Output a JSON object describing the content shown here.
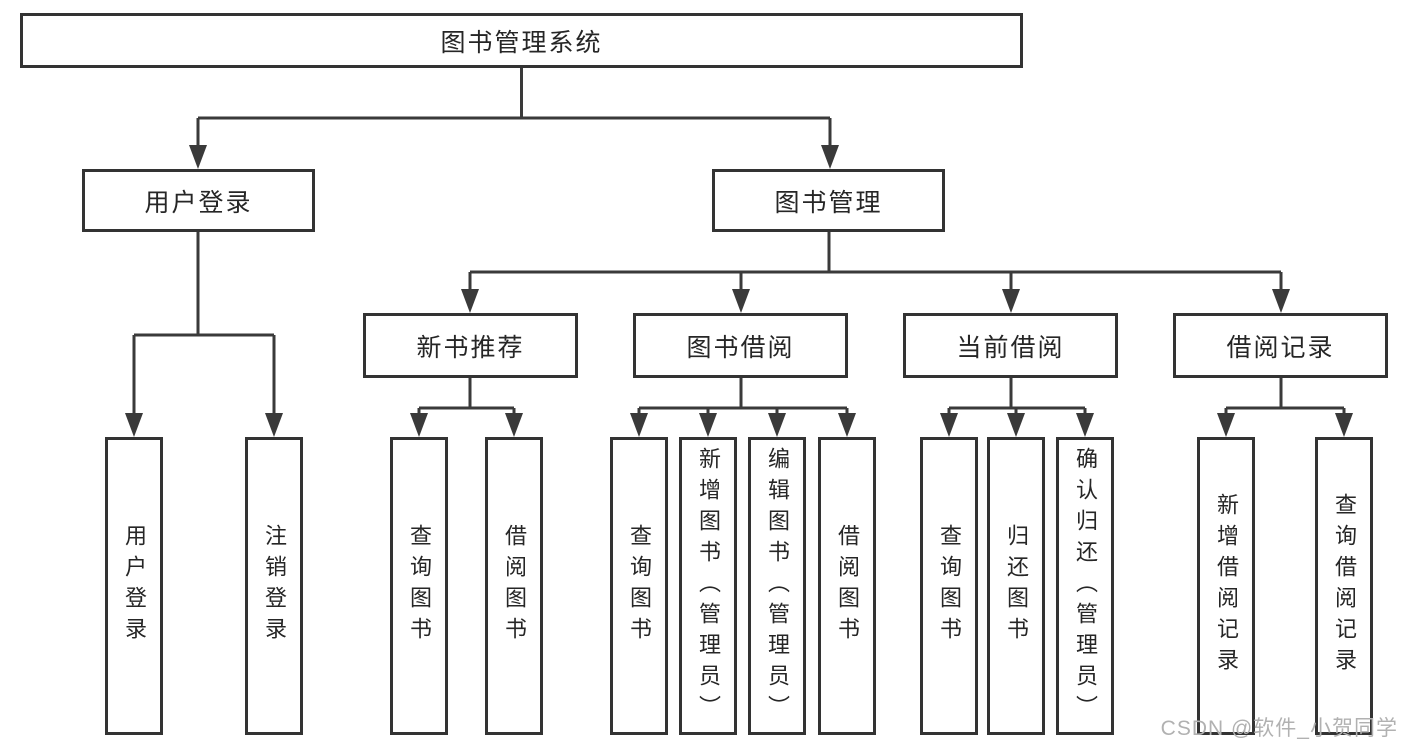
{
  "diagram": {
    "colors": {
      "background": "#ffffff",
      "line": "#3a3a3a",
      "box_border": "#333333",
      "text": "#262626",
      "watermark": "#b1b1b1"
    },
    "root": {
      "label": "图书管理系统"
    },
    "level2": [
      {
        "label": "用户登录"
      },
      {
        "label": "图书管理"
      }
    ],
    "level3": [
      {
        "label": "新书推荐",
        "parent": "图书管理"
      },
      {
        "label": "图书借阅",
        "parent": "图书管理"
      },
      {
        "label": "当前借阅",
        "parent": "图书管理"
      },
      {
        "label": "借阅记录",
        "parent": "图书管理"
      }
    ],
    "leaves": [
      {
        "label": "用户登录",
        "parent": "用户登录"
      },
      {
        "label": "注销登录",
        "parent": "用户登录"
      },
      {
        "label": "查询图书",
        "parent": "新书推荐"
      },
      {
        "label": "借阅图书",
        "parent": "新书推荐"
      },
      {
        "label": "查询图书",
        "parent": "图书借阅"
      },
      {
        "label": "新增图书（管理员）",
        "parent": "图书借阅"
      },
      {
        "label": "编辑图书（管理员）",
        "parent": "图书借阅"
      },
      {
        "label": "借阅图书",
        "parent": "图书借阅"
      },
      {
        "label": "查询图书",
        "parent": "当前借阅"
      },
      {
        "label": "归还图书",
        "parent": "当前借阅"
      },
      {
        "label": "确认归还（管理员）",
        "parent": "当前借阅"
      },
      {
        "label": "新增借阅记录",
        "parent": "借阅记录"
      },
      {
        "label": "查询借阅记录",
        "parent": "借阅记录"
      }
    ],
    "watermark": "CSDN @软件_小贺同学"
  }
}
